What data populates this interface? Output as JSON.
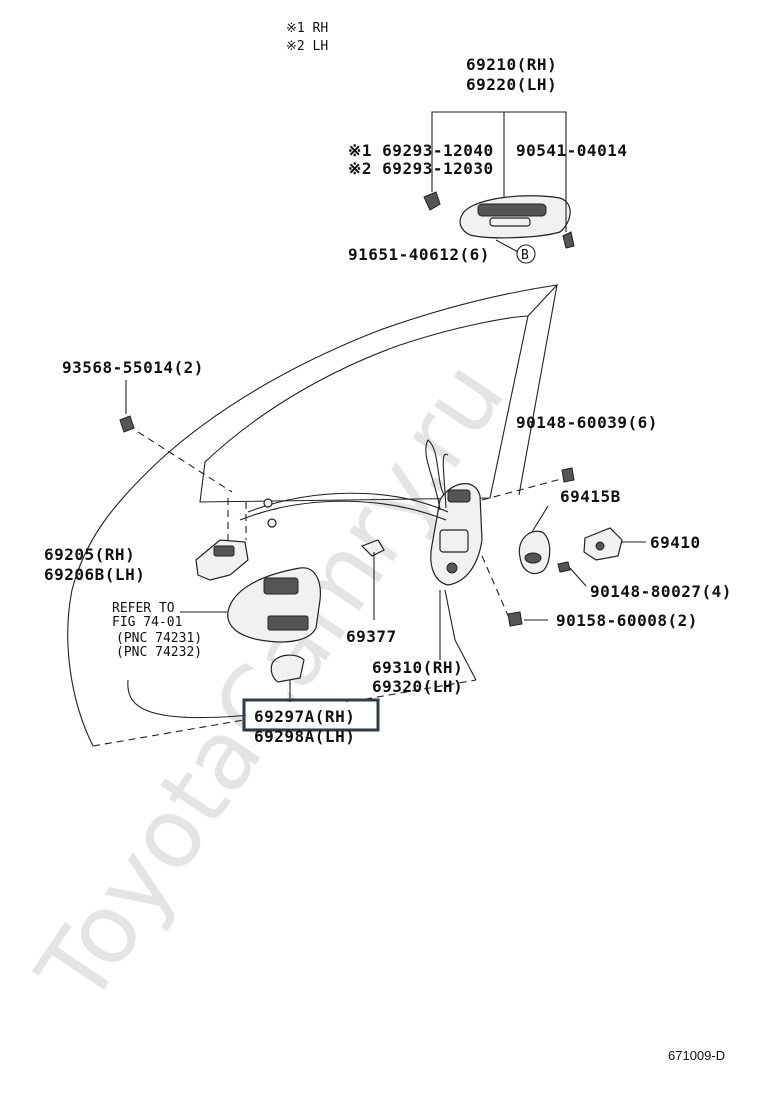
{
  "legend": {
    "mark1": "※1 RH",
    "mark2": "※2 LH"
  },
  "labels": {
    "p69210": "69210(RH)",
    "p69220": "69220(LH)",
    "p69293_12040": "※1 69293-12040",
    "p69293_12030": "※2 69293-12030",
    "p90541": "90541-04014",
    "p91651": "91651-40612(6)",
    "circle_b": "B",
    "p93568": "93568-55014(2)",
    "p90148_60039": "90148-60039(6)",
    "p69415b": "69415B",
    "p69410": "69410",
    "p90148_80027": "90148-80027(4)",
    "p90158": "90158-60008(2)",
    "p69205": "69205(RH)",
    "p69206b": "69206B(LH)",
    "refer1": "REFER TO",
    "refer2": "FIG  74-01",
    "refer3": "(PNC 74231)",
    "refer4": "(PNC 74232)",
    "p69377": "69377",
    "p69310": "69310(RH)",
    "p69320": "69320(LH)",
    "p69297a": "69297A(RH)",
    "p69298a": "69298A(LH)"
  },
  "watermark": "ToyotaCamry.ru",
  "diagram_code": "671009-D",
  "highlight_color": "#2d3b4a"
}
